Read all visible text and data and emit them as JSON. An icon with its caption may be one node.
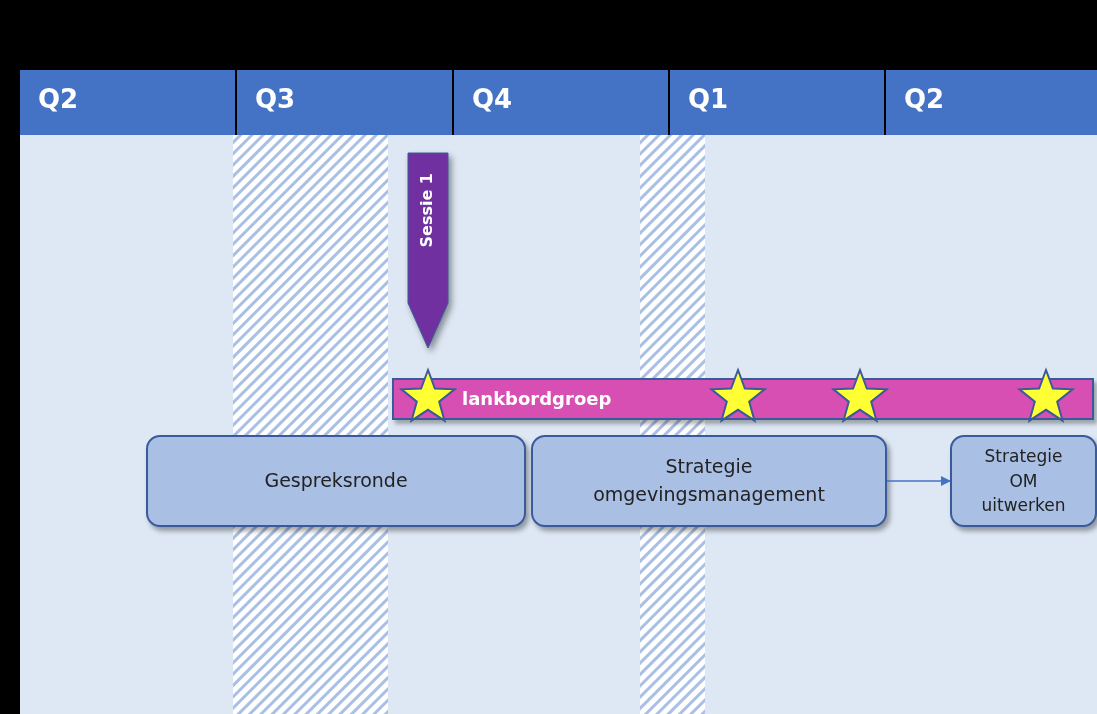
{
  "diagram": {
    "nodes": [
      {
        "text": [
          "Q2"
        ]
      },
      {
        "text": [
          "Q3"
        ]
      },
      {
        "text": [
          "Q4"
        ]
      },
      {
        "text": [
          "Q1"
        ]
      },
      {
        "text": [
          "Q2"
        ]
      },
      {
        "text": [
          "Sessie 1"
        ]
      },
      {
        "text": [
          "lankbordgroep"
        ]
      },
      {
        "text": [
          "Gespreksronde"
        ]
      },
      {
        "text": [
          "Strategie omgevingsmanagement"
        ]
      },
      {
        "text": [
          "Strategie OM uitwerken"
        ]
      },
      {
        "text": [],
        "shape": "bar"
      },
      {
        "text": [],
        "shape": "bar"
      }
    ],
    "edges": [
      {
        "from": 8,
        "to": 9,
        "arrow": "to"
      }
    ]
  }
}
